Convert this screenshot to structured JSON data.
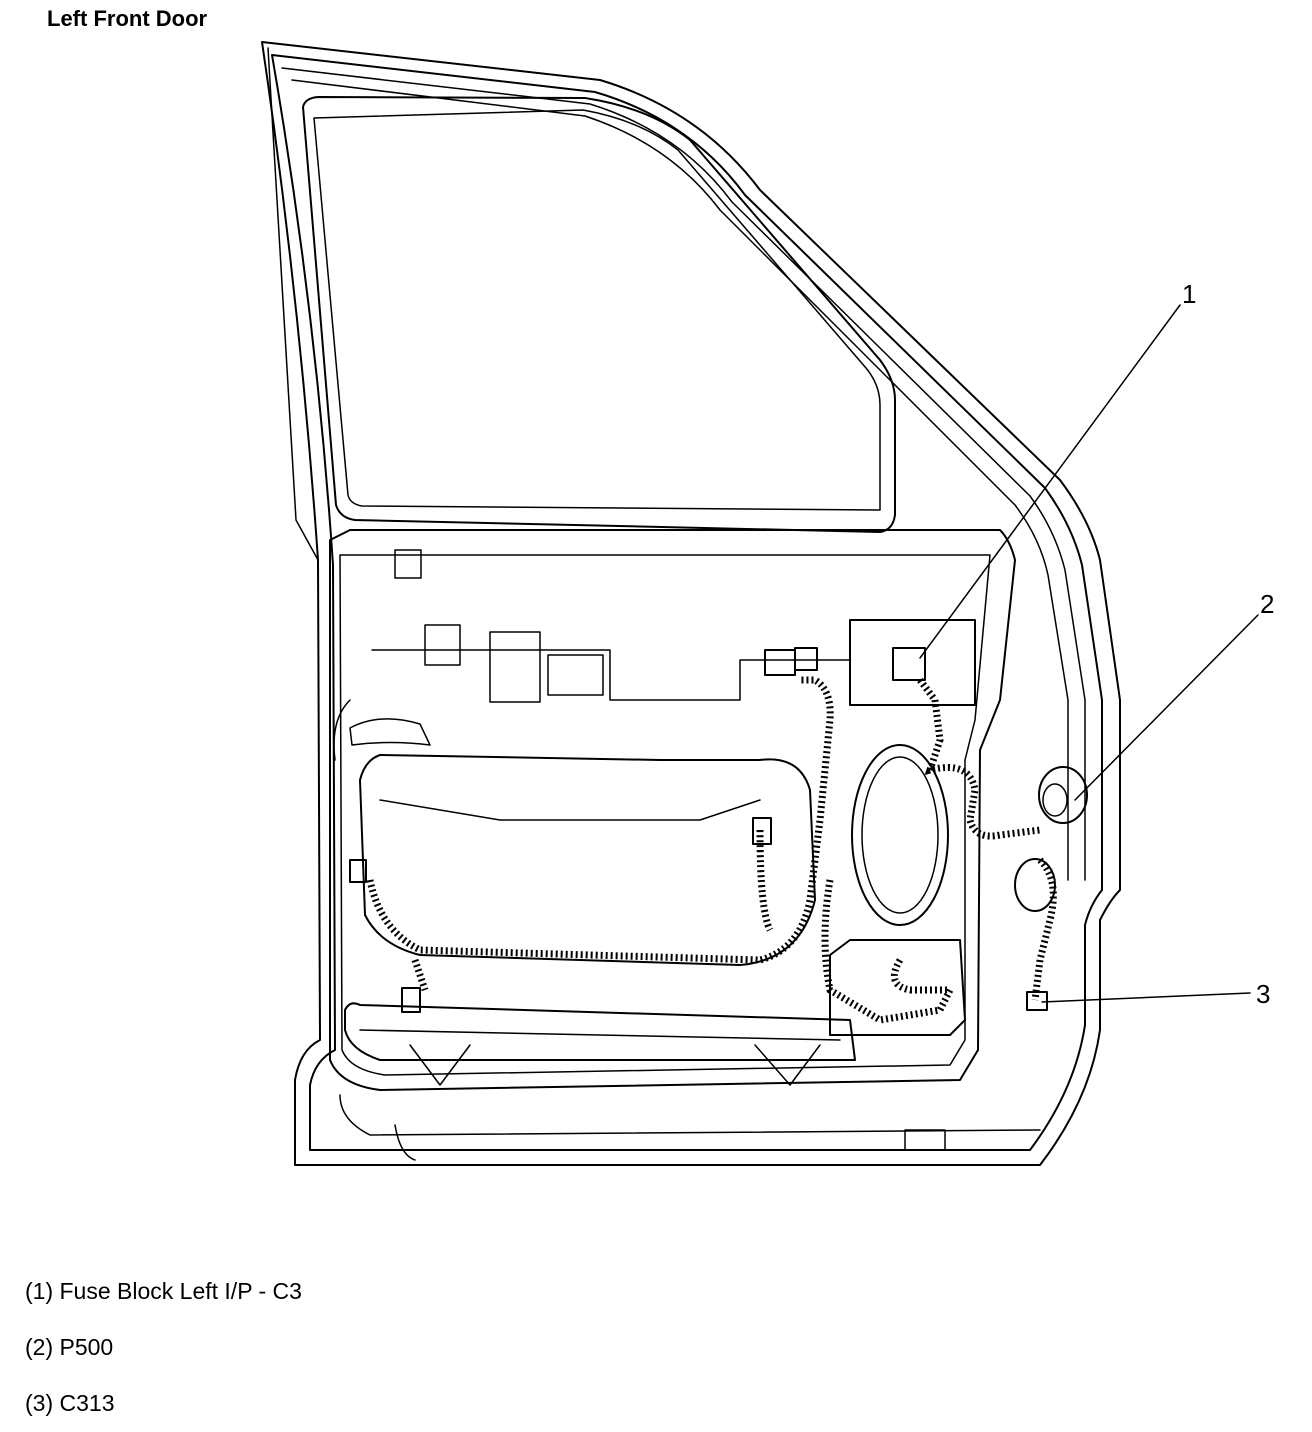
{
  "diagram": {
    "title": "Left Front Door",
    "callouts": [
      {
        "number": "1",
        "label": "(1) Fuse Block Left I/P - C3"
      },
      {
        "number": "2",
        "label": "(2) P500"
      },
      {
        "number": "3",
        "label": "(3) C313"
      }
    ]
  }
}
